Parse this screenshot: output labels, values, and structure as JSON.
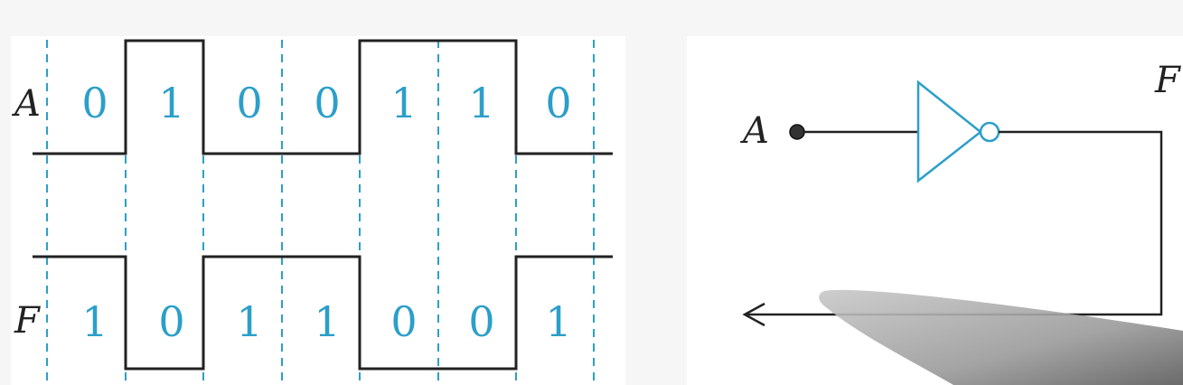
{
  "timing": {
    "input_label": "A",
    "output_label": "F",
    "input_bits": [
      "0",
      "1",
      "0",
      "0",
      "1",
      "1",
      "0"
    ],
    "output_bits": [
      "1",
      "0",
      "1",
      "1",
      "0",
      "0",
      "1"
    ]
  },
  "circuit": {
    "input_label": "A",
    "output_label": "F",
    "gate": "NOT"
  },
  "colors": {
    "accent": "#2c9fc9",
    "line": "#222222",
    "background": "#f6f6f6"
  }
}
